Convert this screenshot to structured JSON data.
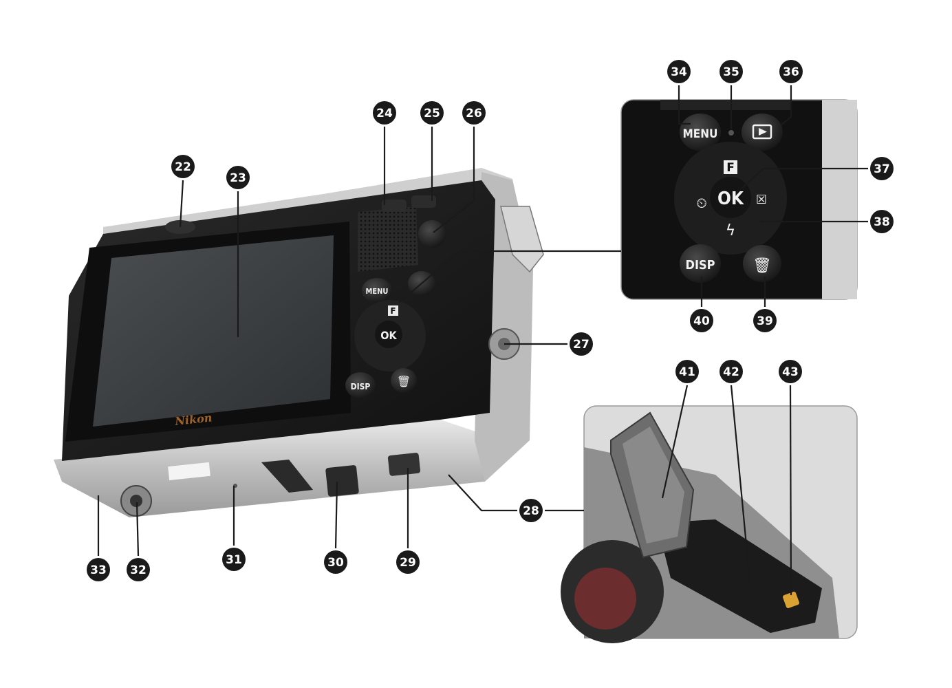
{
  "buttons": {
    "menu": "MENU",
    "disp": "DISP",
    "ok": "OK",
    "f": "F"
  },
  "logo": "Nikon",
  "callouts": [
    {
      "id": "c22",
      "label": "22"
    },
    {
      "id": "c23",
      "label": "23"
    },
    {
      "id": "c24",
      "label": "24"
    },
    {
      "id": "c25",
      "label": "25"
    },
    {
      "id": "c26",
      "label": "26"
    },
    {
      "id": "c27",
      "label": "27"
    },
    {
      "id": "c28",
      "label": "28"
    },
    {
      "id": "c29",
      "label": "29"
    },
    {
      "id": "c30",
      "label": "30"
    },
    {
      "id": "c31",
      "label": "31"
    },
    {
      "id": "c32",
      "label": "32"
    },
    {
      "id": "c33",
      "label": "33"
    },
    {
      "id": "c34",
      "label": "34"
    },
    {
      "id": "c35",
      "label": "35"
    },
    {
      "id": "c36",
      "label": "36"
    },
    {
      "id": "c37",
      "label": "37"
    },
    {
      "id": "c38",
      "label": "38"
    },
    {
      "id": "c39",
      "label": "39"
    },
    {
      "id": "c40",
      "label": "40"
    },
    {
      "id": "c41",
      "label": "41"
    },
    {
      "id": "c42",
      "label": "42"
    },
    {
      "id": "c43",
      "label": "43"
    }
  ],
  "colors": {
    "body_silver": "#c9c9c9",
    "body_dark": "#1c1c1c",
    "screen": "#3a3d3f",
    "callout": "#1a1a1a",
    "battery_contact": "#d9a233"
  }
}
